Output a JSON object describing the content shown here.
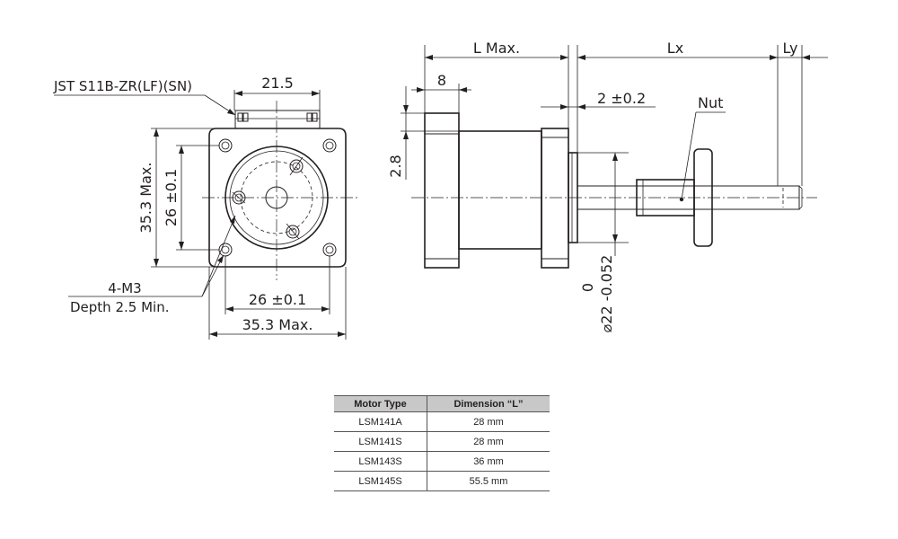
{
  "front_view": {
    "connector_label": "JST S11B-ZR(LF)(SN)",
    "connector_width": "21.5",
    "height_max": "35.3 Max.",
    "hole_pitch_vertical": "26 ±0.1",
    "hole_pitch_horizontal": "26 ±0.1",
    "width_max": "35.3 Max.",
    "screw_label": "4-M3",
    "screw_depth": "Depth 2.5 Min."
  },
  "side_view": {
    "length_max": "L Max.",
    "flange_thickness": "8",
    "pilot_height": "2 ±0.2",
    "flange_offset": "2.8",
    "stroke_lx": "Lx",
    "stroke_ly": "Ly",
    "nut_label": "Nut",
    "pilot_tol_top": "0",
    "pilot_diameter": "⌀22 -0.052"
  },
  "table": {
    "headers": [
      "Motor Type",
      "Dimension “L”"
    ],
    "rows": [
      {
        "type": "LSM141A",
        "dim": "28 mm"
      },
      {
        "type": "LSM141S",
        "dim": "28 mm"
      },
      {
        "type": "LSM143S",
        "dim": "36 mm"
      },
      {
        "type": "LSM145S",
        "dim": "55.5 mm"
      }
    ]
  }
}
